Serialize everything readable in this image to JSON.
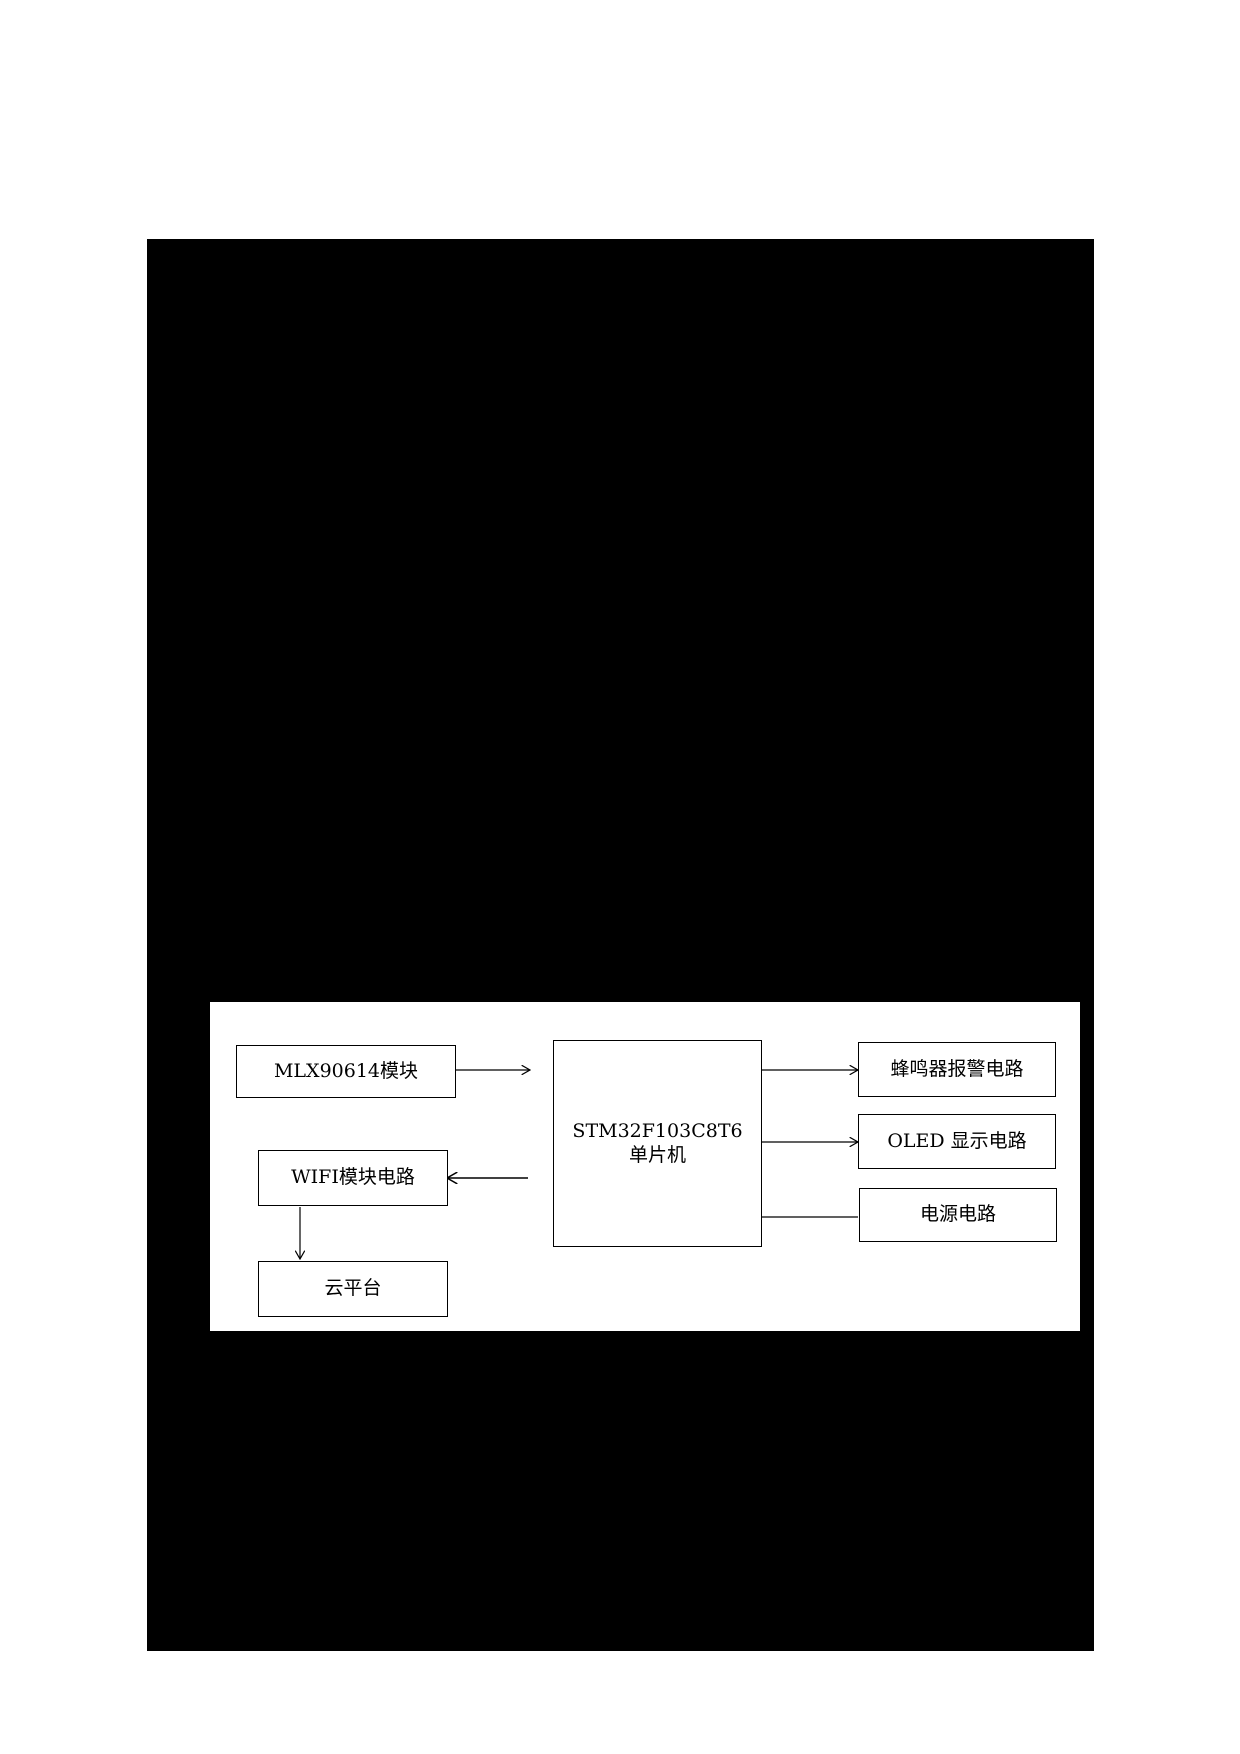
{
  "diagram": {
    "nodes": {
      "mlx": {
        "label": "MLX90614模块"
      },
      "mcu": {
        "label_line1": "STM32F103C8T6",
        "label_line2": "单片机"
      },
      "buzzer": {
        "label": "蜂鸣器报警电路"
      },
      "oled": {
        "label": "OLED 显示电路"
      },
      "power": {
        "label": "电源电路"
      },
      "wifi": {
        "label": "WIFI模块电路"
      },
      "cloud": {
        "label": "云平台"
      }
    },
    "edges": [
      {
        "from": "MLX90614模块",
        "to": "STM32F103C8T6 单片机"
      },
      {
        "from": "STM32F103C8T6 单片机",
        "to": "蜂鸣器报警电路"
      },
      {
        "from": "STM32F103C8T6 单片机",
        "to": "OLED 显示电路"
      },
      {
        "from": "电源电路",
        "to": "STM32F103C8T6 单片机"
      },
      {
        "from": "STM32F103C8T6 单片机",
        "to": "WIFI模块电路"
      },
      {
        "from": "WIFI模块电路",
        "to": "云平台"
      }
    ]
  }
}
